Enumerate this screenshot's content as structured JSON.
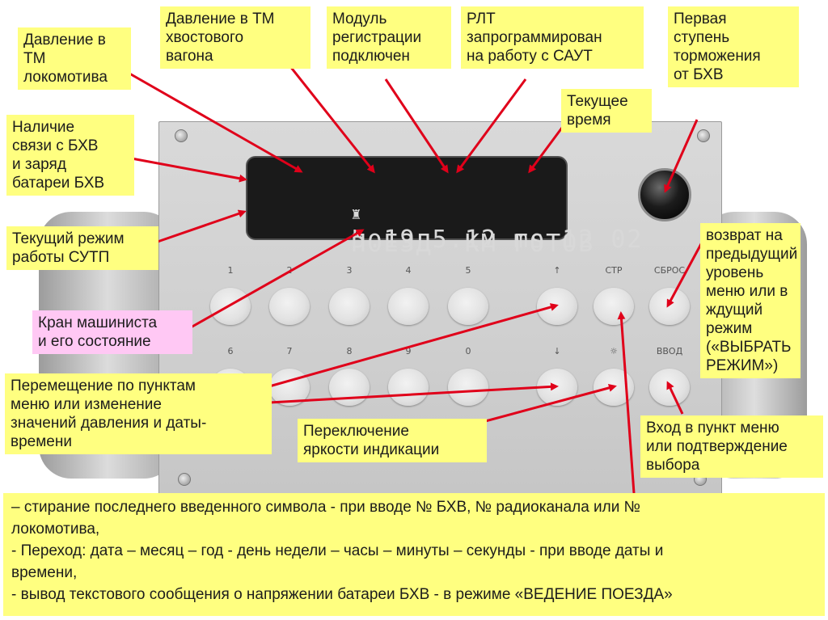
{
  "display": {
    "row1": "5.19 5.12 ms 12 02",
    "row2": "ПОЕЗД  КМ ГОТОВ"
  },
  "buttons": {
    "top": [
      "1",
      "2",
      "3",
      "4",
      "5",
      "↑",
      "СТР",
      "СБРОС"
    ],
    "bottom": [
      "6",
      "7",
      "8",
      "9",
      "0",
      "↓",
      "☼",
      "ВВОД"
    ]
  },
  "labels": {
    "pressure_loco": [
      "Давление в",
      "ТМ",
      "локомотива"
    ],
    "pressure_tail": [
      "Давление в ТМ",
      "хвостового",
      "вагона"
    ],
    "reg_module": [
      "Модуль",
      "регистрации",
      "подключен"
    ],
    "rlt": [
      "РЛТ",
      "запрограммирован",
      "на работу с САУТ"
    ],
    "first_stage": [
      "Первая",
      "ступень",
      "торможения",
      "от БХВ"
    ],
    "current_time": [
      "Текущее",
      "время"
    ],
    "link_bhv": [
      "Наличие",
      "связи с БХВ",
      "и заряд",
      "батареи БХВ"
    ],
    "mode": [
      "Текущий режим",
      "работы СУТП"
    ],
    "crane": [
      "Кран машиниста",
      "и его состояние"
    ],
    "navigation": [
      "Перемещение по пунктам",
      "меню или изменение",
      "значений давления и даты-",
      "времени"
    ],
    "brightness": [
      "Переключение",
      "яркости индикации"
    ],
    "back": [
      "возврат на",
      "предыдущий",
      "уровень",
      "меню или в",
      "ждущий",
      "режим",
      "(«ВЫБРАТЬ",
      "РЕЖИМ»)"
    ],
    "enter": [
      "Вход в пункт меню",
      "или подтверждение",
      "выбора"
    ],
    "bottom_note": [
      "– стирание последнего введенного символа - при вводе № БХВ, № радиоканала или №",
      "локомотива,",
      "- Переход: дата – месяц – год - день недели – часы – минуты – секунды - при вводе даты и",
      "времени,",
      "- вывод текстового сообщения о напряжении батареи БХВ - в режиме «ВЕДЕНИЕ ПОЕЗДА»"
    ]
  },
  "colors": {
    "label_bg": "#ffff80",
    "label_pink": "#ffc8f4",
    "arrow": "#e0001a"
  }
}
